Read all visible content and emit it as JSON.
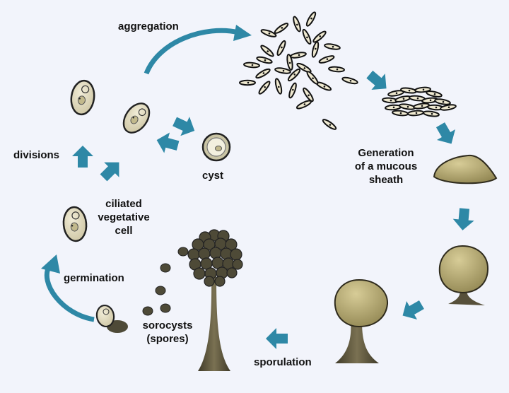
{
  "labels": {
    "aggregation": "aggregation",
    "divisions": "divisions",
    "cyst": "cyst",
    "ciliated": [
      "ciliated",
      "vegetative",
      "cell"
    ],
    "germination": "germination",
    "mucous": [
      "Generation",
      "of a mucous",
      "sheath"
    ],
    "sorocysts": [
      "sorocysts",
      "(spores)"
    ],
    "sporulation": "sporulation"
  },
  "colors": {
    "background": "#f2f4fb",
    "arrow": "#2e88a6",
    "cell_fill": "#dcd6b9",
    "sheath_fill": "#b8ab74",
    "stalk": "#57503a",
    "spore": "#4e4a37"
  },
  "icons": [
    "swoop-arrow",
    "block-arrow",
    "ciliate-cell",
    "cyst",
    "fruiting-body",
    "sorocyst"
  ]
}
